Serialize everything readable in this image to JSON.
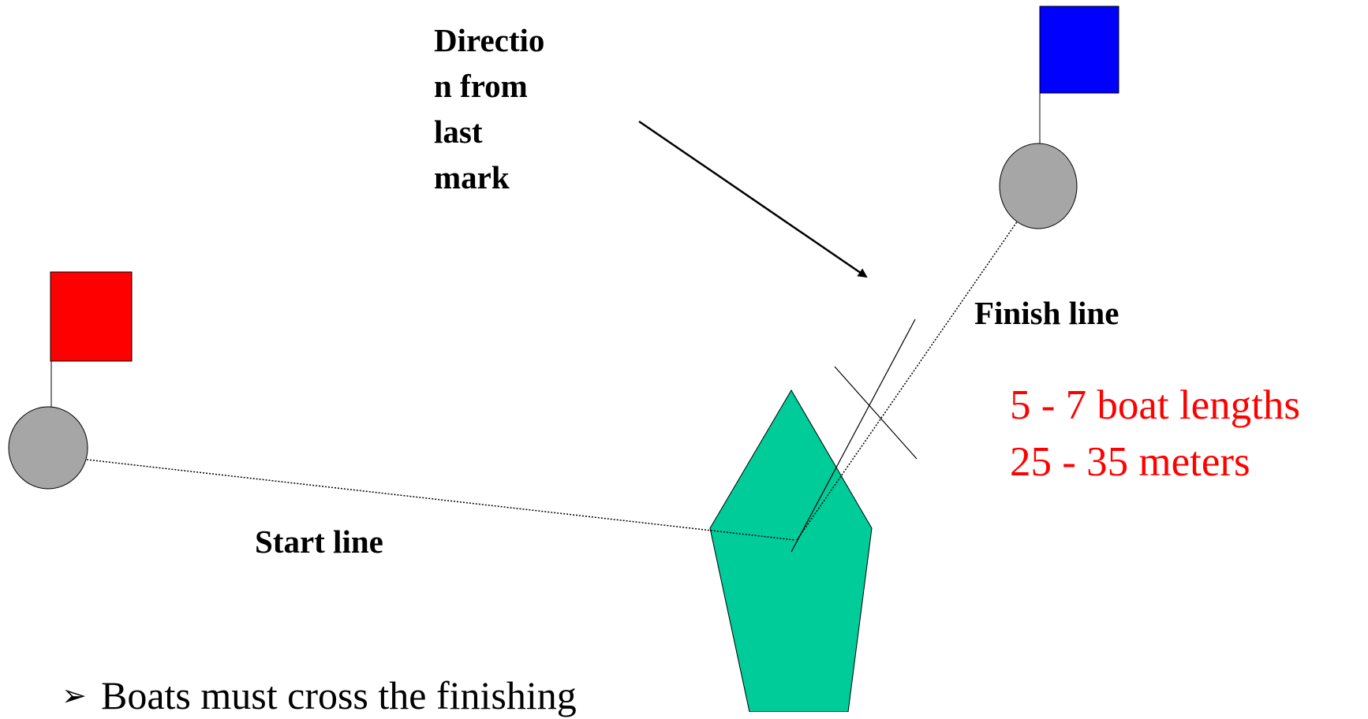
{
  "labels": {
    "direction_lines": [
      "Directio",
      "n from",
      "last",
      "mark"
    ],
    "finish_line": "Finish line",
    "start_line": "Start line",
    "distance_lengths": "5 - 7 boat lengths",
    "distance_meters": "25 - 35 meters"
  },
  "bullet": {
    "icon": "arrowhead-bullet-icon",
    "text": "Boats must cross the finishing"
  },
  "colors": {
    "left_flag": "#ff0000",
    "right_flag": "#0000ff",
    "buoy": "#a6a6a6",
    "committee_boat": "#00cc99",
    "distance_text": "#ff0000"
  }
}
